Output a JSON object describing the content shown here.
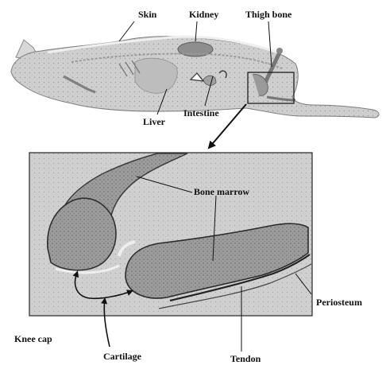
{
  "labels": {
    "skin": "Skin",
    "kidney": "Kidney",
    "thigh_bone": "Thigh bone",
    "liver": "Liver",
    "intestine": "Intestine",
    "bone_marrow": "Bone marrow",
    "periosteum": "Periosteum",
    "knee_cap": "Knee cap",
    "cartilage": "Cartilage",
    "tendon": "Tendon"
  },
  "colors": {
    "ink": "#111111",
    "tissue_light": "#d2d2d2",
    "tissue_mid": "#a9a9a9",
    "tissue_dark": "#6f6f6f",
    "background": "#ffffff"
  }
}
